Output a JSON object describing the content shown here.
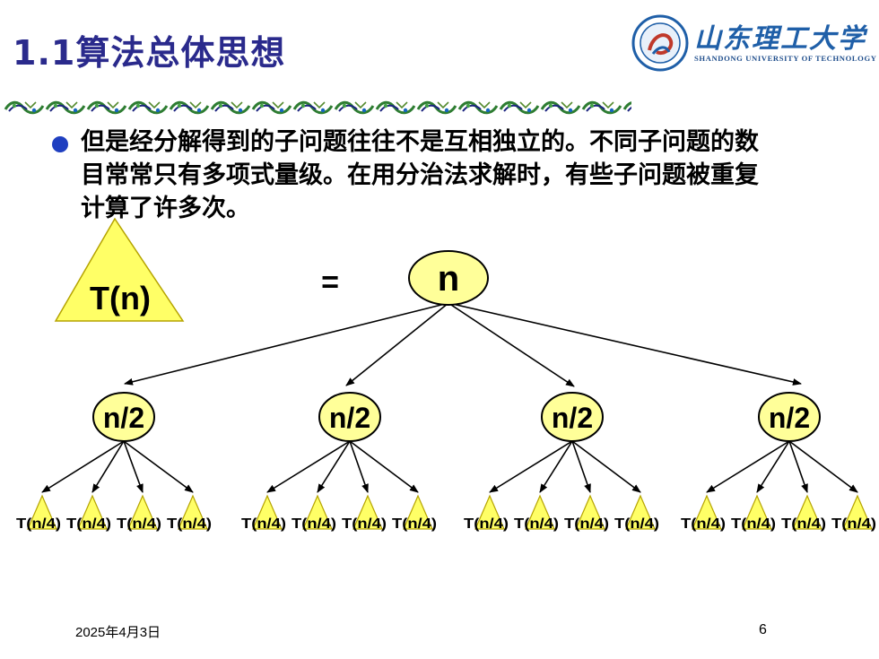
{
  "slide": {
    "title": "1.1算法总体思想",
    "logo": {
      "cn": "山东理工大学",
      "en": "SHANDONG UNIVERSITY OF TECHNOLOGY"
    },
    "bullet": "但是经分解得到的子问题往往不是互相独立的。不同子问题的数目常常只有多项式量级。在用分治法求解时，有些子问题被重复计算了许多次。",
    "footer": {
      "date": "2025年4月3日",
      "page": "6"
    }
  },
  "diagram": {
    "root_triangle": "T(n)",
    "equals": "=",
    "root": "n",
    "mid": [
      "n/2",
      "n/2",
      "n/2",
      "n/2"
    ],
    "leaves": [
      [
        "T(n/4)",
        "T(n/4)",
        "T(n/4)",
        "T(n/4)"
      ],
      [
        "T(n/4)",
        "T(n/4)",
        "T(n/4)",
        "T(n/4)"
      ],
      [
        "T(n/4)",
        "T(n/4)",
        "T(n/4)",
        "T(n/4)"
      ],
      [
        "T(n/4)",
        "T(n/4)",
        "T(n/4)",
        "T(n/4)"
      ]
    ],
    "colors": {
      "node_fill": "#FFFF99",
      "node_stroke": "#000000",
      "leaf_fill": "#FFFF66",
      "triangle_stroke": "#B5A300"
    }
  }
}
